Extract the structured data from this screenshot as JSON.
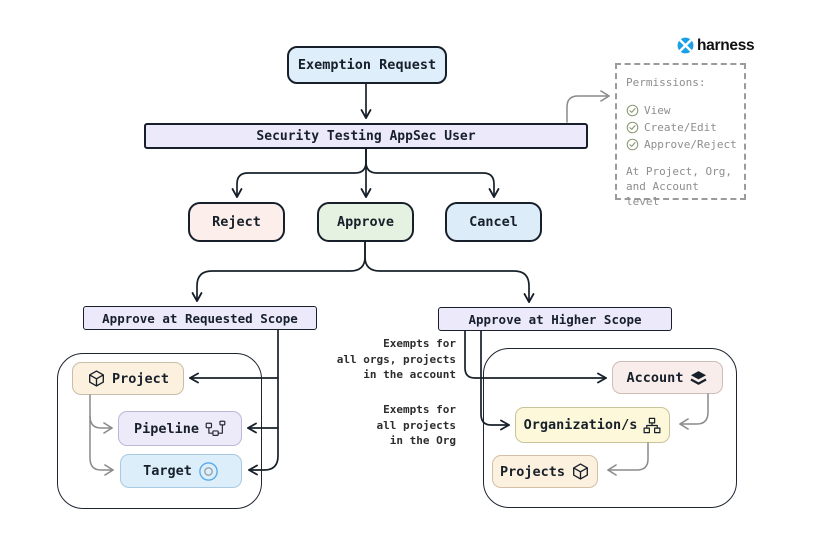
{
  "logo": {
    "text": "harness"
  },
  "flow": {
    "exemption": "Exemption Request",
    "appsec_user": "Security Testing AppSec User",
    "reject": "Reject",
    "approve": "Approve",
    "cancel": "Cancel",
    "requested_scope": "Approve at Requested Scope",
    "higher_scope": "Approve at Higher Scope"
  },
  "requested_scope_group": {
    "project": "Project",
    "pipeline": "Pipeline",
    "target": "Target"
  },
  "higher_scope_group": {
    "account": "Account",
    "organization": "Organization/s",
    "projects": "Projects"
  },
  "annotations": {
    "account_note": "Exempts for\nall orgs, projects\nin the account",
    "org_note": "Exempts for\nall projects\nin the Org"
  },
  "permissions": {
    "title": "Permissions:",
    "items": [
      "View",
      "Create/Edit",
      "Approve/Reject"
    ],
    "footer": "At Project, Org,\nand Account level"
  },
  "colors": {
    "node_blue": "#dcecf9",
    "node_lavender": "#eceafa",
    "node_pink": "#fcefeb",
    "node_green": "#e5f2e1",
    "node_cream": "#fcf0de",
    "node_yellow": "#fcf8d9",
    "node_rose": "#f8edeb",
    "brand_blue": "#19a0e6",
    "check_green": "#8a9a74",
    "stroke_dark": "#17202a",
    "stroke_gray": "#8a8a8a"
  }
}
